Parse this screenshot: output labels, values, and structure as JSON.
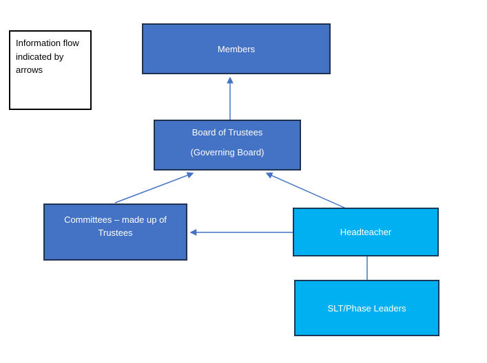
{
  "diagram": {
    "legend": {
      "lines": [
        "Information flow",
        "indicated by",
        "arrows"
      ]
    },
    "nodes": {
      "members": {
        "label": "Members"
      },
      "board": {
        "lines": [
          "Board of Trustees",
          "(Governing Board)"
        ]
      },
      "committees": {
        "lines": [
          "Committees – made up of",
          "Trustees"
        ]
      },
      "headteacher": {
        "label": "Headteacher"
      },
      "slt": {
        "label": "SLT/Phase Leaders"
      }
    },
    "edges": [
      {
        "from": "Board of Trustees (Governing Board)",
        "to": "Members",
        "arrow": true
      },
      {
        "from": "Committees – made up of Trustees",
        "to": "Board of Trustees (Governing Board)",
        "arrow": true
      },
      {
        "from": "Headteacher",
        "to": "Board of Trustees (Governing Board)",
        "arrow": true
      },
      {
        "from": "Headteacher",
        "to": "Committees – made up of Trustees",
        "arrow": true
      },
      {
        "from": "Headteacher",
        "to": "SLT/Phase Leaders",
        "arrow": false
      }
    ],
    "colors": {
      "primary_blue_fill": "#4472C4",
      "primary_blue_border": "#1F3050",
      "cyan_fill": "#00B0F0",
      "cyan_border": "#16395C",
      "connector": "#4472C4",
      "legend_border": "#000000"
    }
  }
}
